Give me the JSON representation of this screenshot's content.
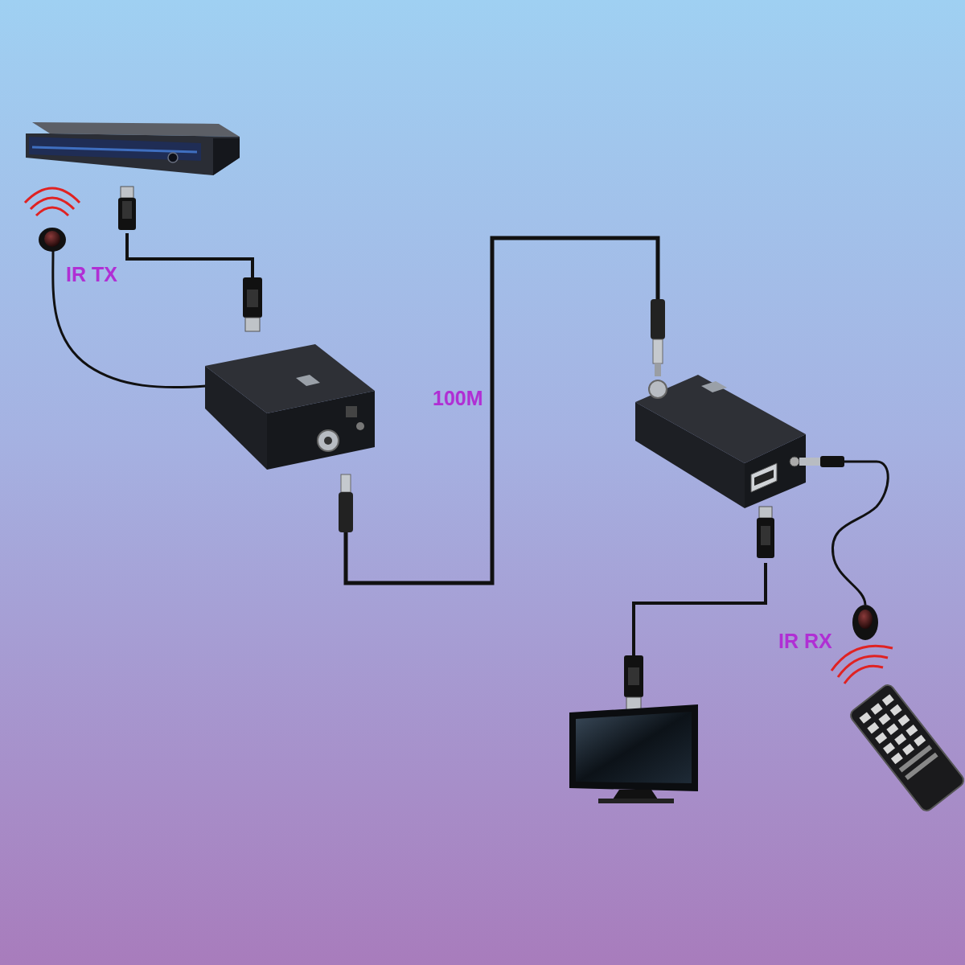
{
  "diagram": {
    "labels": [
      "IR TX",
      "100M",
      "IR RX"
    ]
  }
}
